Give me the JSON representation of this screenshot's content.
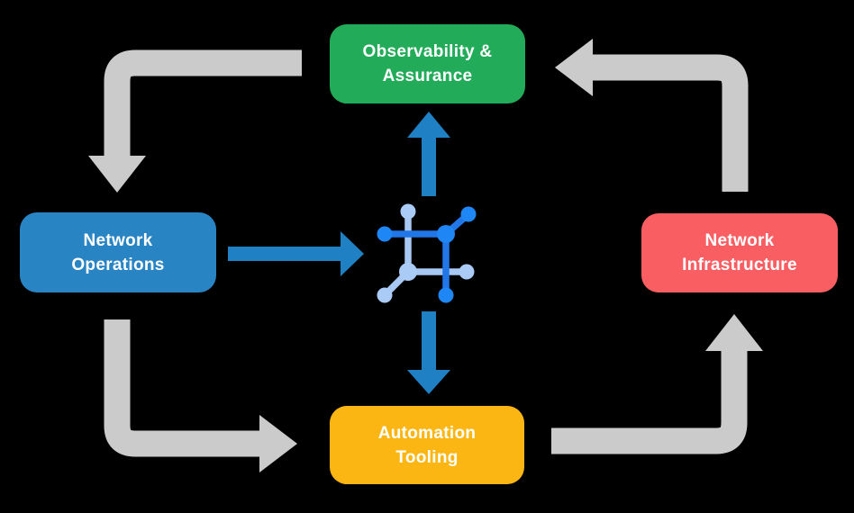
{
  "background": "#000000",
  "colors": {
    "cycle_arrow": "#CBCBCB",
    "core_arrow": "#1F81C4",
    "icon_dark_line": "#2277E8",
    "icon_dark_node": "#1E86F5",
    "icon_light_line": "#A6C8F2",
    "icon_light_node": "#A9CBF5",
    "text": "#FFFFFF"
  },
  "nodes": {
    "observability": {
      "lines": [
        "Observability &",
        "Assurance"
      ],
      "color": "#22AB58"
    },
    "operations": {
      "lines": [
        "Network",
        "Operations"
      ],
      "color": "#2984C4"
    },
    "infrastructure": {
      "lines": [
        "Network",
        "Infrastructure"
      ],
      "color": "#F95E62"
    },
    "automation": {
      "lines": [
        "Automation",
        "Tooling"
      ],
      "color": "#FCB614"
    }
  },
  "center_icon": {
    "name": "network-platform-icon"
  },
  "flows": {
    "cycle": [
      {
        "from": "Observability & Assurance",
        "to": "Network Operations"
      },
      {
        "from": "Network Operations",
        "to": "Automation Tooling"
      },
      {
        "from": "Automation Tooling",
        "to": "Network Infrastructure"
      },
      {
        "from": "Network Infrastructure",
        "to": "Observability & Assurance"
      }
    ],
    "core": [
      {
        "from": "Network Operations",
        "to": "network-platform-icon"
      },
      {
        "from": "network-platform-icon",
        "to": "Observability & Assurance"
      },
      {
        "from": "network-platform-icon",
        "to": "Automation Tooling"
      }
    ]
  }
}
